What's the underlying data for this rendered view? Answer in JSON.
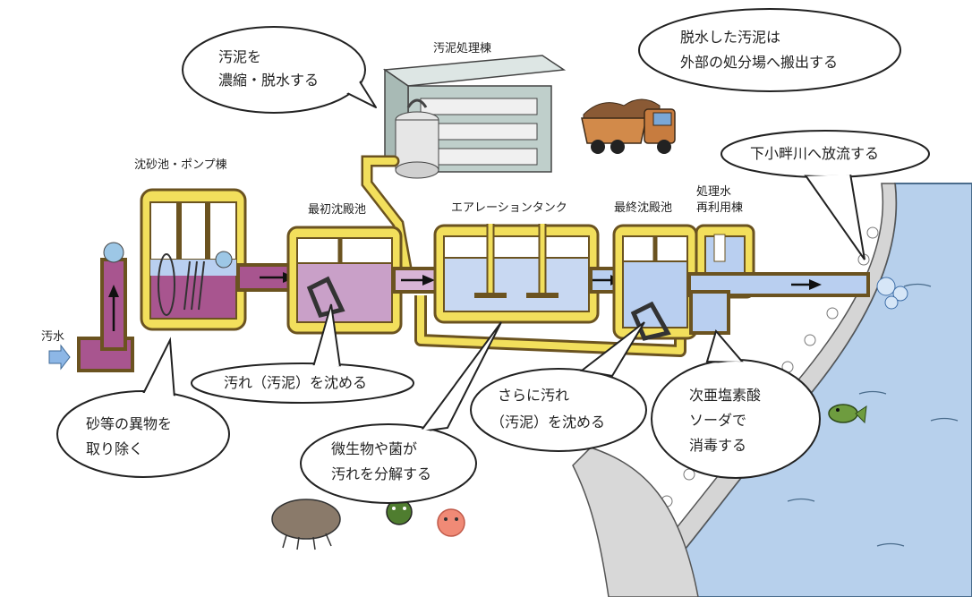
{
  "labels": {
    "sewage_in": "汚水",
    "grit_pump": "沈砂池・ポンプ棟",
    "primary": "最初沈殿池",
    "aeration": "エアレーションタンク",
    "final": "最終沈殿池",
    "reuse_line1": "処理水",
    "reuse_line2": "再利用棟",
    "sludge_building": "汚泥処理棟"
  },
  "bubbles": {
    "sludge_line1": "汚泥を",
    "sludge_line2": "濃縮・脱水する",
    "dewatered_line1": "脱水した汚泥は",
    "dewatered_line2": "外部の処分場へ搬出する",
    "discharge": "下小畔川へ放流する",
    "grit_line1": "砂等の異物を",
    "grit_line2": "取り除く",
    "settle": "汚れ（汚泥）を沈める",
    "microbe_line1": "微生物や菌が",
    "microbe_line2": "汚れを分解する",
    "final_line1": "さらに汚れ",
    "final_line2": "（汚泥）を沈める",
    "disinfect_line1": "次亜塩素酸",
    "disinfect_line2": "ソーダで",
    "disinfect_line3": "消毒する"
  },
  "colors": {
    "pipe_yellow": "#f2df5c",
    "pipe_outline": "#6b5320",
    "sewage_purple": "#a8558f",
    "water_blue": "#b9cff0",
    "river_blue": "#b7d0ec",
    "building_gray": "#bfcfcb",
    "truck_brown": "#8a5a35",
    "fish_green": "#6e9c3f"
  }
}
